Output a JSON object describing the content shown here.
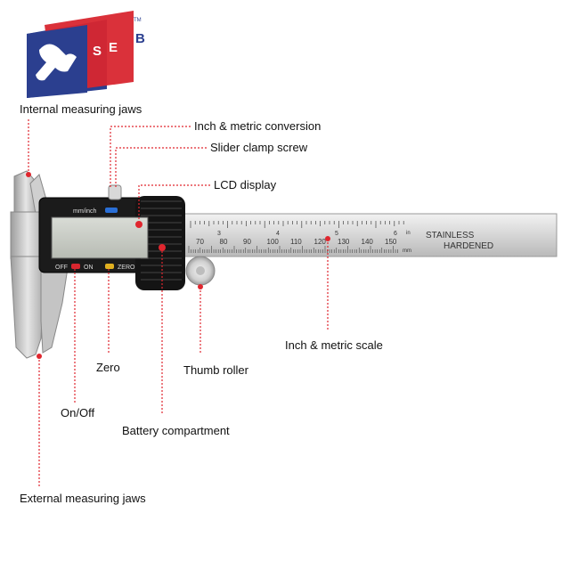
{
  "brand": {
    "logo_letters": [
      "S",
      "E",
      "B"
    ],
    "trademark": "TM",
    "colors": {
      "blue": "#2b3f8f",
      "red": "#d8262f"
    }
  },
  "caliper": {
    "unit_button": "mm/inch",
    "off_label": "OFF",
    "on_label": "ON",
    "zero_label": "ZERO",
    "stainless": "STAINLESS",
    "hardened": "HARDENED",
    "inch_unit": "in",
    "mm_unit": "mm",
    "mm_scale_numbers": [
      "70",
      "80",
      "90",
      "100",
      "110",
      "120",
      "130",
      "140",
      "150"
    ],
    "inch_scale_numbers": [
      "3",
      "4",
      "5",
      "6"
    ]
  },
  "callouts": {
    "internal_jaws": "Internal measuring jaws",
    "inch_metric_conversion": "Inch & metric conversion",
    "slider_clamp_screw": "Slider clamp screw",
    "lcd_display": "LCD display",
    "inch_metric_scale": "Inch & metric scale",
    "zero": "Zero",
    "thumb_roller": "Thumb roller",
    "on_off": "On/Off",
    "battery_compartment": "Battery compartment",
    "external_jaws": "External measuring jaws"
  },
  "leader_color": "#e0262e"
}
